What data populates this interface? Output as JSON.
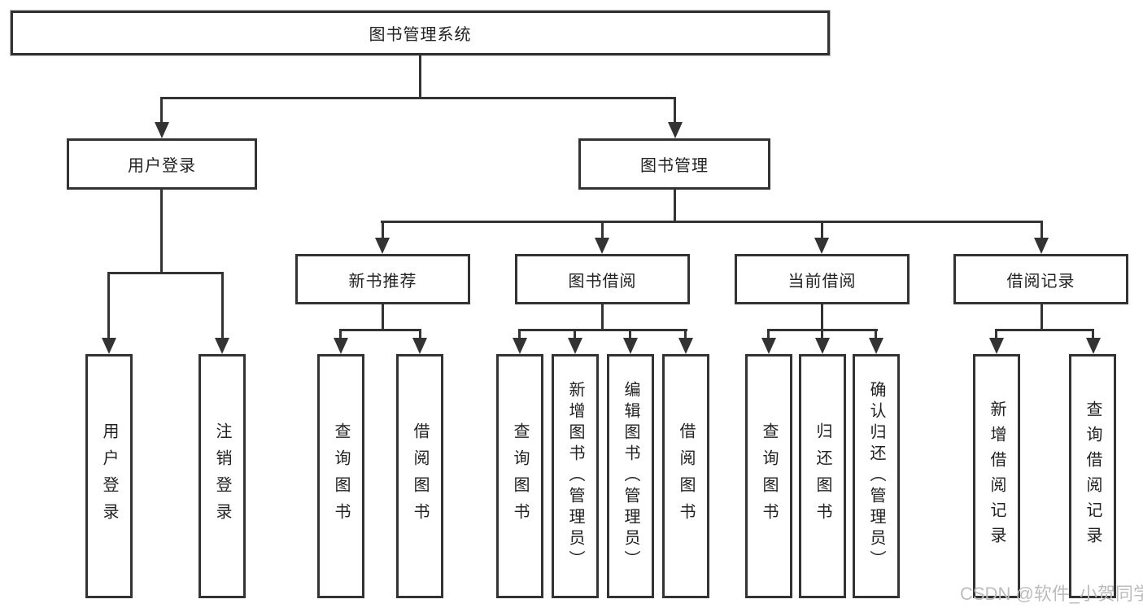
{
  "diagram": {
    "root": {
      "label": "图书管理系统"
    },
    "level2": [
      {
        "label": "用户登录"
      },
      {
        "label": "图书管理"
      }
    ],
    "level3": [
      {
        "label": "新书推荐"
      },
      {
        "label": "图书借阅"
      },
      {
        "label": "当前借阅"
      },
      {
        "label": "借阅记录"
      }
    ],
    "leaves": [
      {
        "label": "用户登录"
      },
      {
        "label": "注销登录"
      },
      {
        "label": "查询图书"
      },
      {
        "label": "借阅图书"
      },
      {
        "label": "查询图书"
      },
      {
        "label": "新增图书（管理员）"
      },
      {
        "label": "编辑图书（管理员）"
      },
      {
        "label": "借阅图书"
      },
      {
        "label": "查询图书"
      },
      {
        "label": "归还图书"
      },
      {
        "label": "确认归还（管理员）"
      },
      {
        "label": "新增借阅记录"
      },
      {
        "label": "查询借阅记录"
      }
    ],
    "watermark": "CSDN @软件_小贺同学",
    "colors": {
      "line": "#333333",
      "text": "#222222",
      "watermark": "#bdbdbd",
      "background": "#ffffff"
    }
  }
}
